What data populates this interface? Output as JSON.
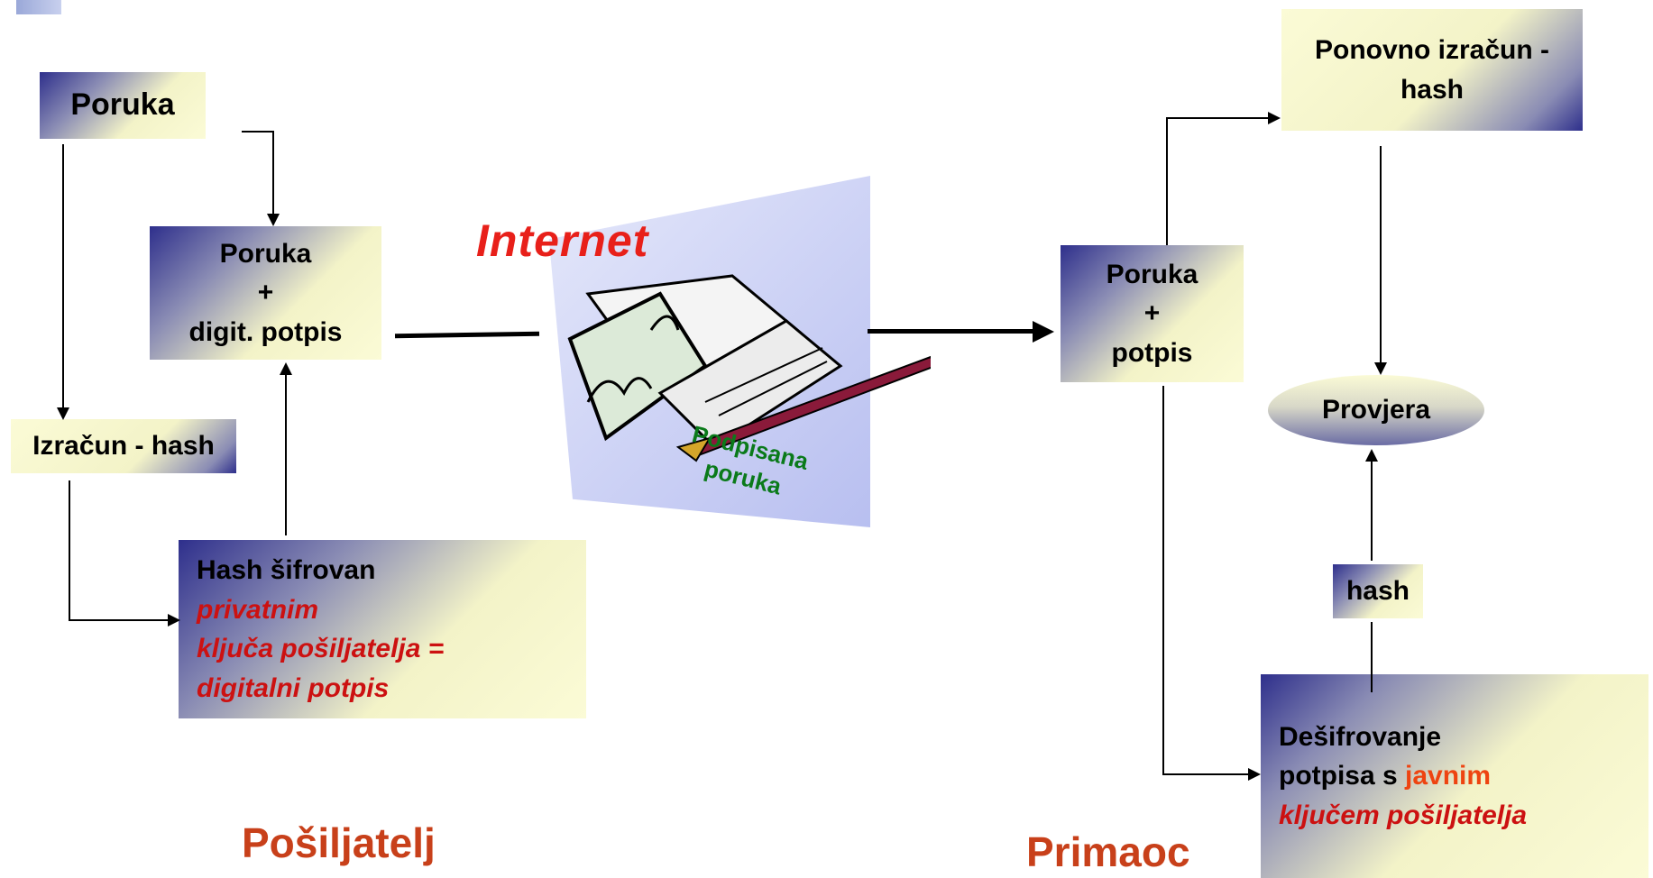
{
  "sender": {
    "message": "Poruka",
    "message_sig_line1": "Poruka",
    "message_sig_line2": "+",
    "message_sig_line3": "digit. potpis",
    "hash_calc": "Izračun - hash",
    "encrypted_line1": "Hash šifrovan",
    "encrypted_line2": "privatnim",
    "encrypted_line3": "ključa pošiljatelja =",
    "encrypted_line4": "digitalni potpis",
    "label": "Pošiljatelj"
  },
  "internet": {
    "title": "Internet",
    "signed_line1": "Podpisana",
    "signed_line2": "poruka"
  },
  "receiver": {
    "message_sig_line1": "Poruka",
    "message_sig_line2": "+",
    "message_sig_line3": "potpis",
    "recalc_line1": "Ponovno izračun -",
    "recalc_line2": "hash",
    "verify": "Provjera",
    "hash": "hash",
    "decrypt_line1": "Dešifrovanje",
    "decrypt_line2a": "potpisa s ",
    "decrypt_line2b": "javnim",
    "decrypt_line3": "ključem pošiljatelja",
    "label": "Primaoc"
  },
  "colors": {
    "label": "#c8401a",
    "emphasis_red": "#cc1111",
    "emphasis_orange": "#ee4411",
    "internet_red": "#e8201a",
    "signed_green": "#0a7a1a"
  }
}
